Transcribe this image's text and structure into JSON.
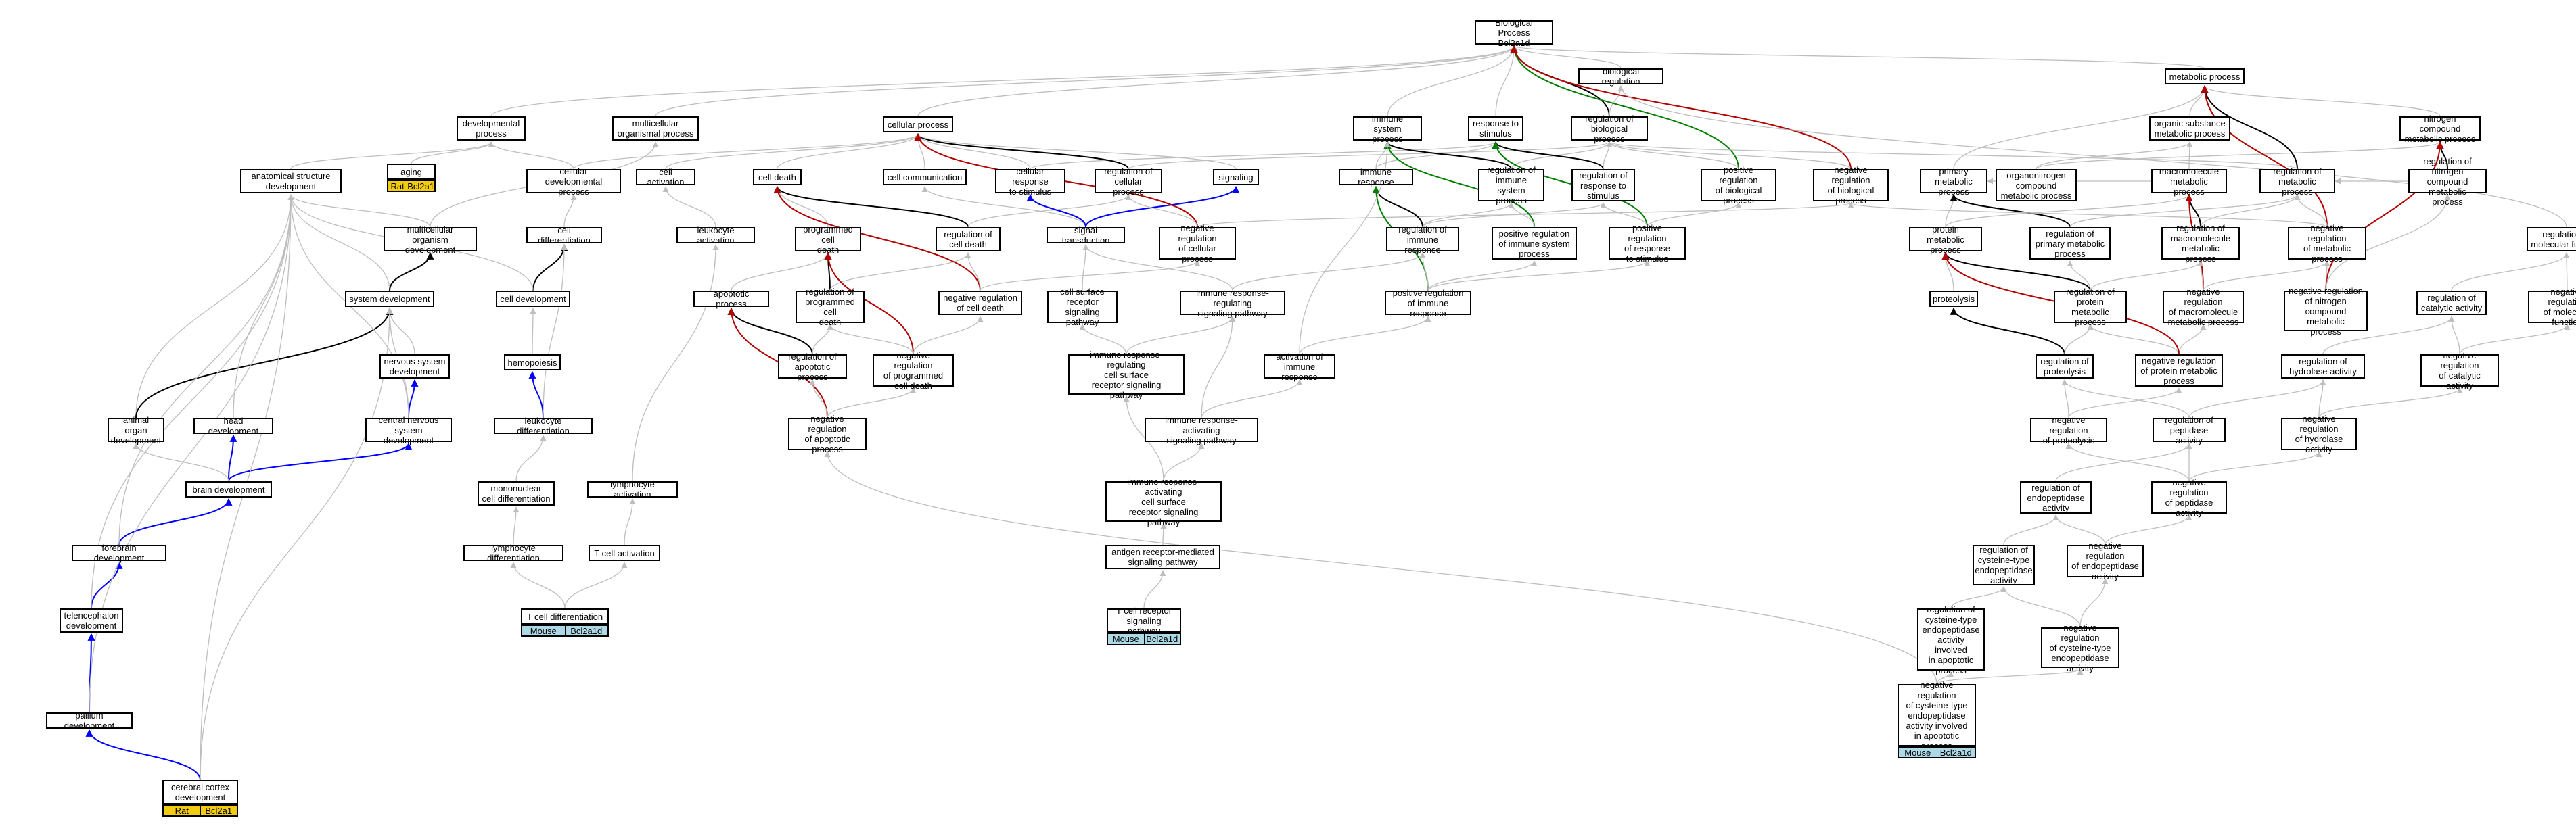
{
  "nodes": {
    "bp": "Biological Process\nBcl2a1d",
    "breg": "biological regulation",
    "metab": "metabolic process",
    "devp": "developmental\nprocess",
    "multi": "multicellular\norganismal process",
    "cellp": "cellular process",
    "imsys": "immune system\nprocess",
    "resp": "response to\nstimulus",
    "regbp": "regulation of\nbiological process",
    "organic": "organic substance\nmetabolic process",
    "nitro": "nitrogen compound\nmetabolic process",
    "aging": "aging",
    "anat": "anatomical structure\ndevelopment",
    "celldevp": "cellular developmental\nprocess",
    "cellact": "cell activation",
    "celldeath": "cell death",
    "cellcomm": "cell communication",
    "cellresp": "cellular response\nto stimulus",
    "regcellp": "regulation of\ncellular process",
    "signaling": "signaling",
    "immresp": "immune response",
    "regimsys": "regulation of\nimmune system\nprocess",
    "regresp": "regulation of\nresponse to\nstimulus",
    "posregbp": "positive regulation\nof biological\nprocess",
    "negregbp": "negative regulation\nof biological\nprocess",
    "primmet": "primary metabolic\nprocess",
    "orgnit": "organonitrogen\ncompound\nmetabolic process",
    "macro": "macromolecule\nmetabolic process",
    "regmet": "regulation of\nmetabolic process",
    "regnit": "regulation of\nnitrogen compound\nmetabolic process",
    "regmolf": "regulation of\nmolecular function",
    "multidev": "multicellular\norganism development",
    "celldiff": "cell differentiation",
    "leukact": "leukocyte activation",
    "pcd": "programmed cell\ndeath",
    "regcd": "regulation of\ncell death",
    "sigtrans": "signal transduction",
    "negregcellp": "negative regulation\nof cellular\nprocess",
    "regimresp": "regulation of\nimmune response",
    "posregimsys": "positive regulation\nof immune system\nprocess",
    "posregresp": "positive regulation\nof response\nto stimulus",
    "protmet": "protein metabolic\nprocess",
    "regprimmet": "regulation of\nprimary metabolic\nprocess",
    "regmacro": "regulation of\nmacromolecule\nmetabolic process",
    "negregmet": "negative regulation\nof metabolic\nprocess",
    "sysdev": "system development",
    "celldev": "cell development",
    "apop": "apoptotic process",
    "regpcd": "regulation of\nprogrammed cell\ndeath",
    "negregcd": "negative regulation\nof cell death",
    "csrsp": "cell surface\nreceptor signaling\npathway",
    "imrsp": "immune response-regulating\nsignaling pathway",
    "posregimresp": "positive regulation\nof immune response",
    "proteolysis": "proteolysis",
    "regprotmet": "regulation of\nprotein metabolic\nprocess",
    "negregmacro": "negative regulation\nof macromolecule\nmetabolic process",
    "negregnit": "negative regulation\nof nitrogen\ncompound metabolic\nprocess",
    "regcat": "regulation of\ncatalytic activity",
    "negregmolf": "negative regulation\nof molecular\nfunction",
    "nsdev": "nervous system\ndevelopment",
    "hemo": "hemopoiesis",
    "regapop": "regulation of\napoptotic process",
    "negregpcd": "negative regulation\nof programmed\ncell death",
    "imrcs": "immune response-regulating\ncell surface\nreceptor signaling\npathway",
    "actimm": "activation of\nimmune response",
    "regproteo": "regulation of\nproteolysis",
    "negregprotmet": "negative regulation\nof protein metabolic\nprocess",
    "reghyd": "regulation of\nhydrolase activity",
    "negregcat": "negative regulation\nof catalytic\nactivity",
    "animal": "animal organ\ndevelopment",
    "head": "head development",
    "cns": "central nervous\nsystem development",
    "leukdiff": "leukocyte differentiation",
    "negregapop": "negative regulation\nof apoptotic\nprocess",
    "imras": "immune response-activating\nsignaling pathway",
    "negregproteo": "negative regulation\nof proteolysis",
    "regpep": "regulation of\npeptidase activity",
    "negreghyd": "negative regulation\nof hydrolase\nactivity",
    "brain": "brain development",
    "mono": "mononuclear\ncell differentiation",
    "lymact": "lymphocyte activation",
    "imracs": "immune response-activating\ncell surface\nreceptor signaling\npathway",
    "regendo": "regulation of\nendopeptidase\nactivity",
    "negregpep": "negative regulation\nof peptidase\nactivity",
    "forebrain": "forebrain development",
    "lymdiff": "lymphocyte differentiation",
    "tcellact": "T cell activation",
    "antigen": "antigen receptor-mediated\nsignaling pathway",
    "regcyst": "regulation of\ncysteine-type\nendopeptidase\nactivity",
    "negregendo": "negative regulation\nof endopeptidase\nactivity",
    "tel": "telencephalon\ndevelopment",
    "tcelldiff": "T cell differentiation",
    "tcr": "T cell receptor\nsignaling pathway",
    "regcystapop": "regulation of\ncysteine-type\nendopeptidase\nactivity involved\nin apoptotic\nprocess",
    "negregcyst": "negative regulation\nof cysteine-type\nendopeptidase\nactivity",
    "pallium": "pallium development",
    "negregcystapop": "negative regulation\nof cysteine-type\nendopeptidase\nactivity involved\nin apoptotic\nprocess",
    "cortex": "cerebral cortex\ndevelopment"
  },
  "annotations": {
    "aging": [
      "Rat",
      "Bcl2a1"
    ],
    "cortex": [
      "Rat",
      "Bcl2a1"
    ],
    "tcelldiff": [
      "Mouse",
      "Bcl2a1d"
    ],
    "tcr": [
      "Mouse",
      "Bcl2a1d"
    ],
    "negregcystapop": [
      "Mouse",
      "Bcl2a1d"
    ]
  },
  "edge_colors": {
    "is_a": "#bebebe",
    "part_of": "#000000",
    "regulates": "#0000ff",
    "positively_regulates": "#008000",
    "negatively_regulates": "#b40000"
  }
}
